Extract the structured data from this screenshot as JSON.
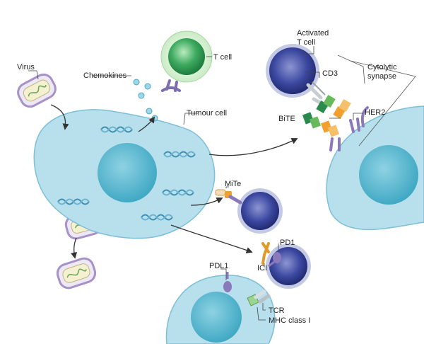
{
  "labels": {
    "virus": "Virus",
    "chemokines": "Chemokines",
    "t_cell": "T cell",
    "tumour_cell": "Tumour cell",
    "activated_line1": "Activated",
    "activated_line2": "T cell",
    "cytolytic_line1": "Cytolytic",
    "cytolytic_line2": "synapse",
    "cd3": "CD3",
    "bite": "BiTE",
    "her2": "HER2",
    "mite": "MiTe",
    "pd1": "PD1",
    "pdl1": "PDL1",
    "ici": "ICI",
    "tcr": "TCR",
    "mhc_class_1": "MHC class I"
  },
  "colors": {
    "cytoplasm": "#b8e0ec",
    "nucleus": "#5ab8cf",
    "t_cell_green": "#3daa5f",
    "t_cell_blue": "#2f3c90",
    "dna_blue": "#3e90b4",
    "orange": "#f1a02f",
    "purple_receptor": "#9c8bc6",
    "green_receptor": "#68b85c",
    "mhc_green": "#9cd590",
    "virus_purple": "#a891c7",
    "arrow": "#333333"
  }
}
